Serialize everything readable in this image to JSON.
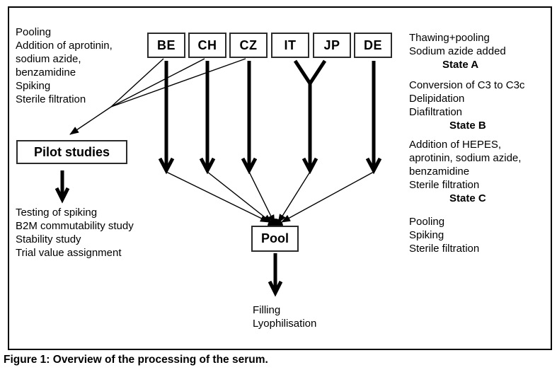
{
  "caption": "Figure 1: Overview of the processing of the serum.",
  "sources": [
    "BE",
    "CH",
    "CZ",
    "IT",
    "JP",
    "DE"
  ],
  "pilot_box_label": "Pilot studies",
  "pool_box_label": "Pool",
  "left_top_notes": [
    "Pooling",
    "Addition of aprotinin,",
    "sodium azide,",
    "benzamidine",
    "Spiking",
    "Sterile filtration"
  ],
  "left_bottom_notes": [
    "Testing of spiking",
    "B2M commutability study",
    "Stability study",
    "Trial value assignment"
  ],
  "right_notes": [
    {
      "lines": [
        "Thawing+pooling",
        "Sodium azide added"
      ],
      "state": "State A"
    },
    {
      "lines": [
        "Conversion of C3 to C3c",
        "Delipidation",
        "Diafiltration"
      ],
      "state": "State B"
    },
    {
      "lines": [
        "Addition of HEPES,",
        "aprotinin, sodium azide,",
        "benzamidine",
        "Sterile filtration"
      ],
      "state": "State C"
    },
    {
      "lines": [
        "Pooling",
        "Spiking",
        "Sterile filtration"
      ],
      "state": ""
    }
  ],
  "bottom_notes": [
    "Filling",
    "Lyophilisation"
  ],
  "colors": {
    "ink": "#000000",
    "background": "#ffffff"
  }
}
